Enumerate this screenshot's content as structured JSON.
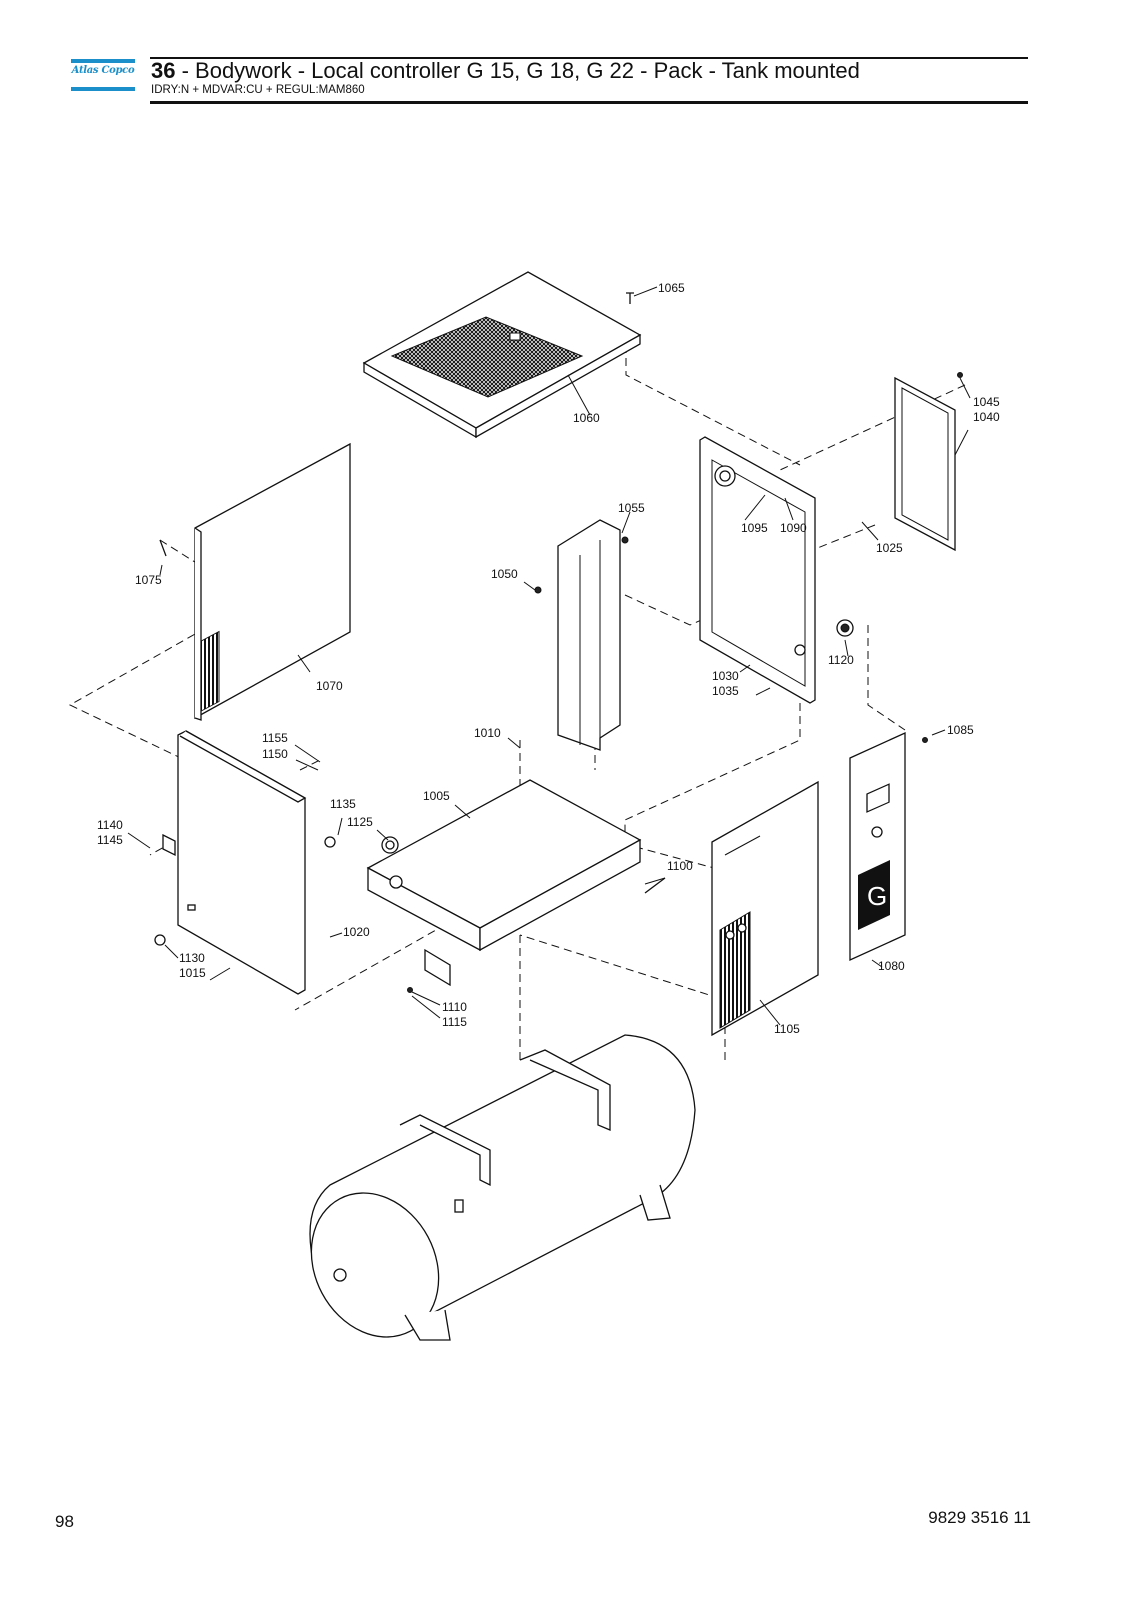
{
  "header": {
    "logo_text": "Atlas Copco",
    "section_number": "36",
    "title": " - Bodywork - Local controller G 15, G 18, G 22 - Pack - Tank mounted",
    "subtitle": "IDRY:N + MDVAR:CU + REGUL:MAM860"
  },
  "diagram": {
    "panel_letter": "G",
    "labels": {
      "l1065": "1065",
      "l1060": "1060",
      "l1045": "1045",
      "l1040": "1040",
      "l1055": "1055",
      "l1095": "1095",
      "l1090": "1090",
      "l1025": "1025",
      "l1075": "1075",
      "l1050": "1050",
      "l1070": "1070",
      "l1120": "1120",
      "l1030": "1030",
      "l1035": "1035",
      "l1085": "1085",
      "l1155": "1155",
      "l1150": "1150",
      "l1010": "1010",
      "l1005": "1005",
      "l1135": "1135",
      "l1125": "1125",
      "l1140": "1140",
      "l1145": "1145",
      "l1100": "1100",
      "l1020": "1020",
      "l1130": "1130",
      "l1015": "1015",
      "l1080": "1080",
      "l1110": "1110",
      "l1115": "1115",
      "l1105": "1105"
    }
  },
  "footer": {
    "page_number": "98",
    "document_number": "9829 3516 11"
  }
}
